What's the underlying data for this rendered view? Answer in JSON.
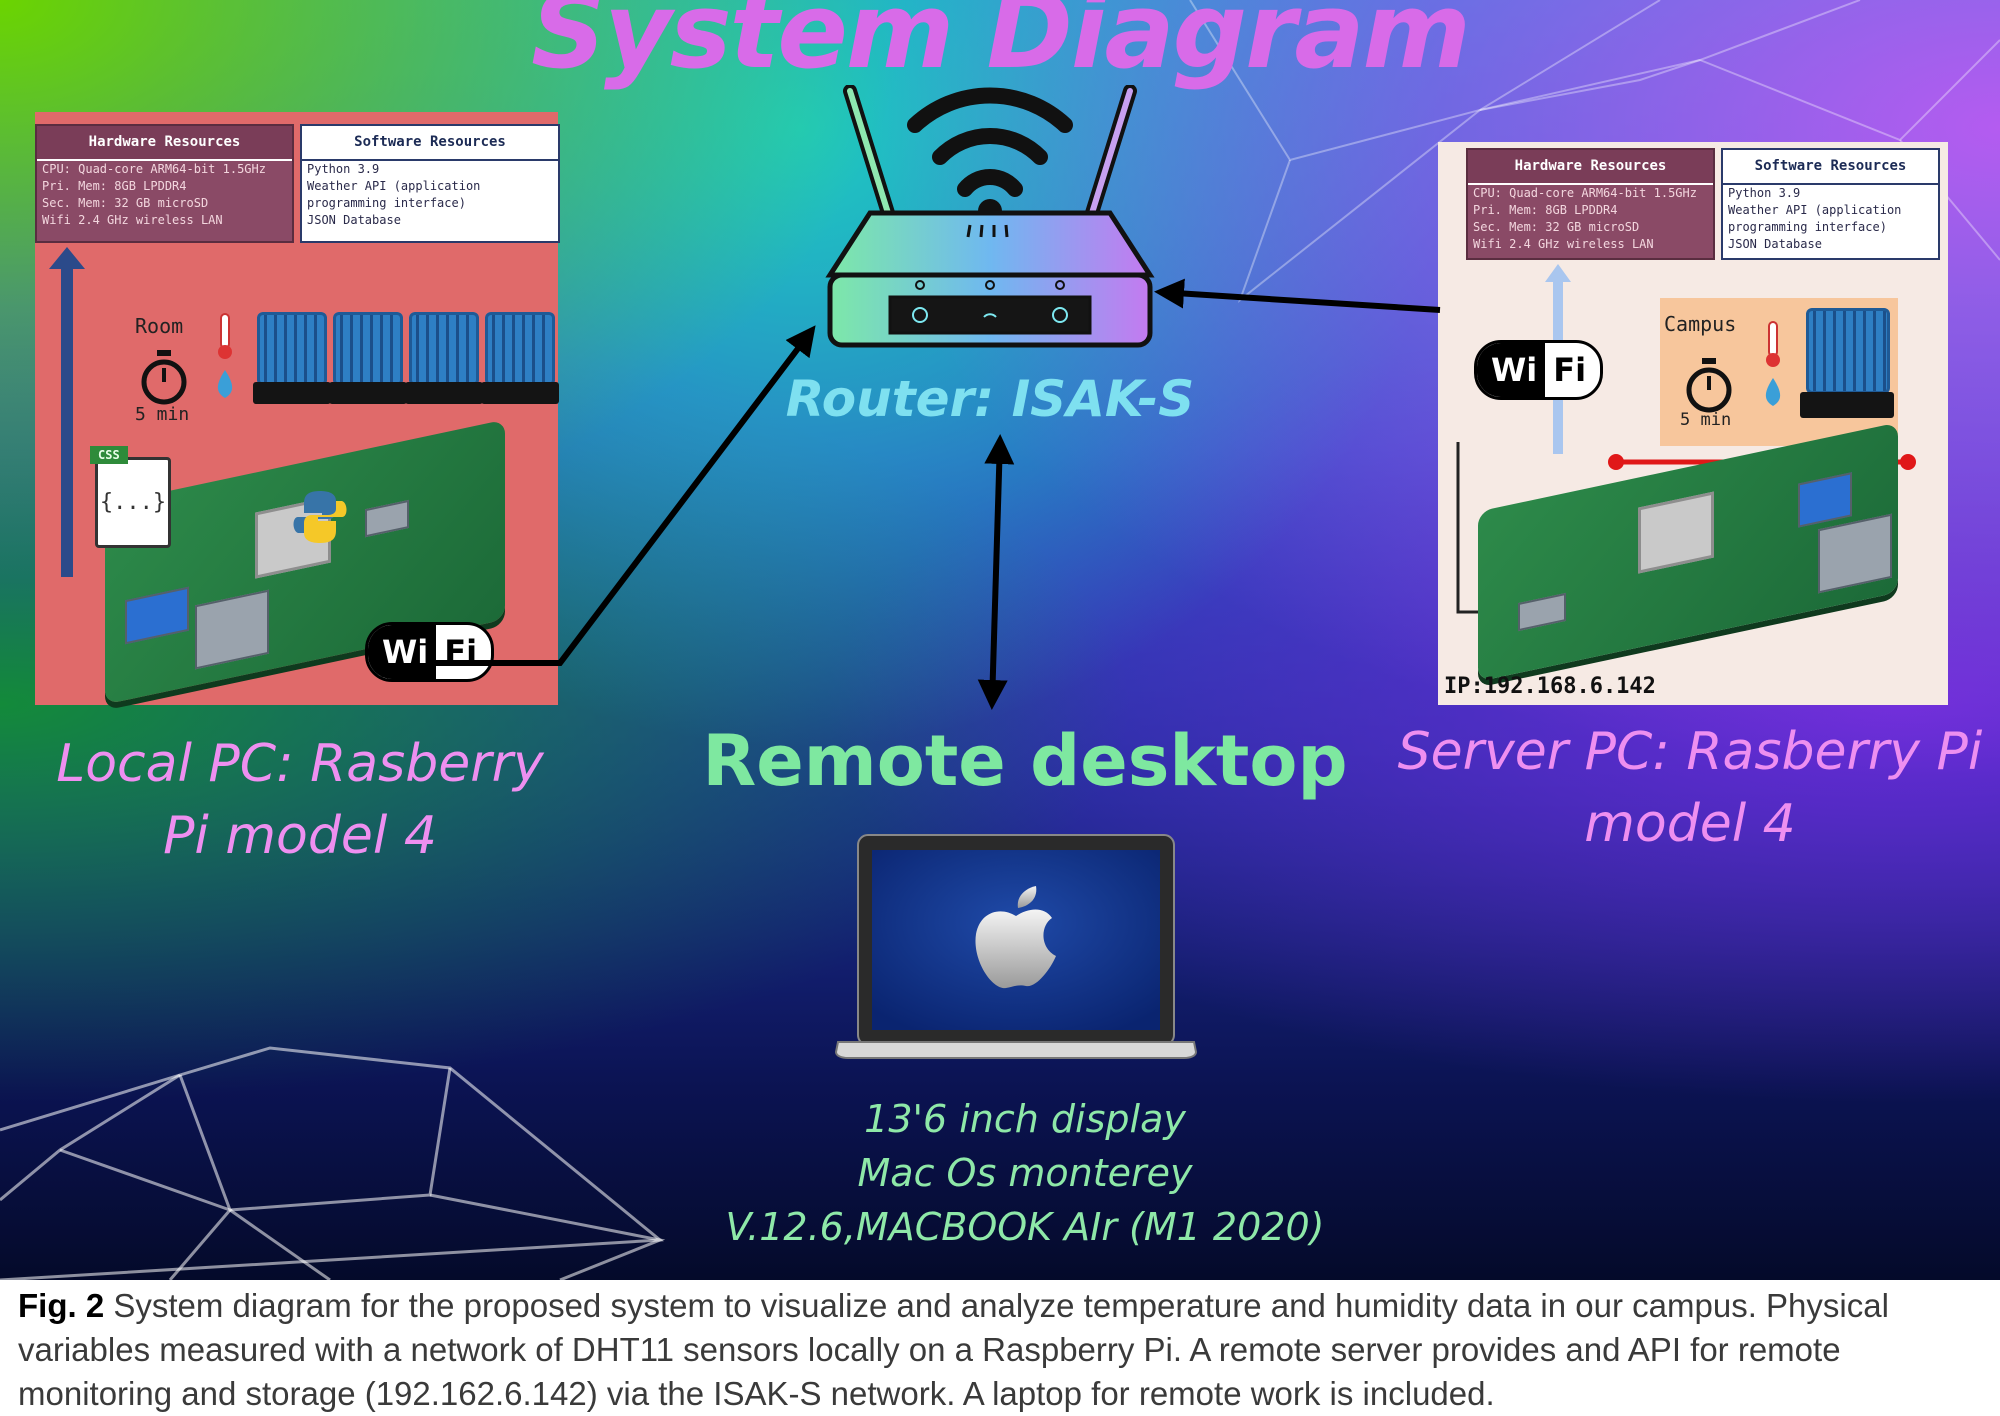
{
  "title": "System Diagram",
  "router": {
    "label": "Router: ISAK-S"
  },
  "local_pc": {
    "label_line1": "Local PC: Rasberry",
    "label_line2": "Pi model 4",
    "hardware_title": "Hardware Resources",
    "hardware_lines": [
      "CPU: Quad-core ARM64-bit 1.5GHz",
      "Pri. Mem: 8GB LPDDR4",
      "Sec. Mem: 32 GB microSD",
      "Wifi 2.4 GHz wireless LAN"
    ],
    "software_title": "Software Resources",
    "software_lines": [
      "Python 3.9",
      "Weather API (application",
      "programming interface)",
      "JSON Database"
    ],
    "room_label": "Room",
    "interval_label": "5 min",
    "css_tag": "CSS",
    "json_glyph": "{...}"
  },
  "server_pc": {
    "label_line1": "Server PC: Rasberry Pi",
    "label_line2": "model 4",
    "hardware_title": "Hardware Resources",
    "hardware_lines": [
      "CPU: Quad-core ARM64-bit 1.5GHz",
      "Pri. Mem: 8GB LPDDR4",
      "Sec. Mem: 32 GB microSD",
      "Wifi 2.4 GHz wireless LAN"
    ],
    "software_title": "Software Resources",
    "software_lines": [
      "Python 3.9",
      "Weather API (application",
      "programming interface)",
      "JSON Database"
    ],
    "campus_label": "Campus",
    "interval_label": "5 min",
    "ip_label": "IP:192.168.6.142"
  },
  "wifi_badge": {
    "wi": "Wi",
    "fi": "Fi"
  },
  "remote": {
    "title": "Remote desktop",
    "spec_line1": "13'6 inch display",
    "spec_line2": "Mac Os monterey",
    "spec_line3": "V.12.6,MACBOOK AIr (M1 2020)"
  },
  "caption": {
    "fig": "Fig. 2",
    "text": "System diagram for the proposed system to visualize and analyze temperature and humidity data in our campus. Physical variables measured with a network of DHT11 sensors locally on a Raspberry Pi. A remote server provides and API for remote monitoring and storage (192.162.6.142) via the ISAK-S network. A laptop for remote work is included."
  },
  "colors": {
    "title": "#d86be8",
    "router_label": "#7ee0f0",
    "pc_label": "#ee8ff0",
    "remote_title": "#7ee8a0",
    "remote_spec": "#8ee8a8"
  }
}
